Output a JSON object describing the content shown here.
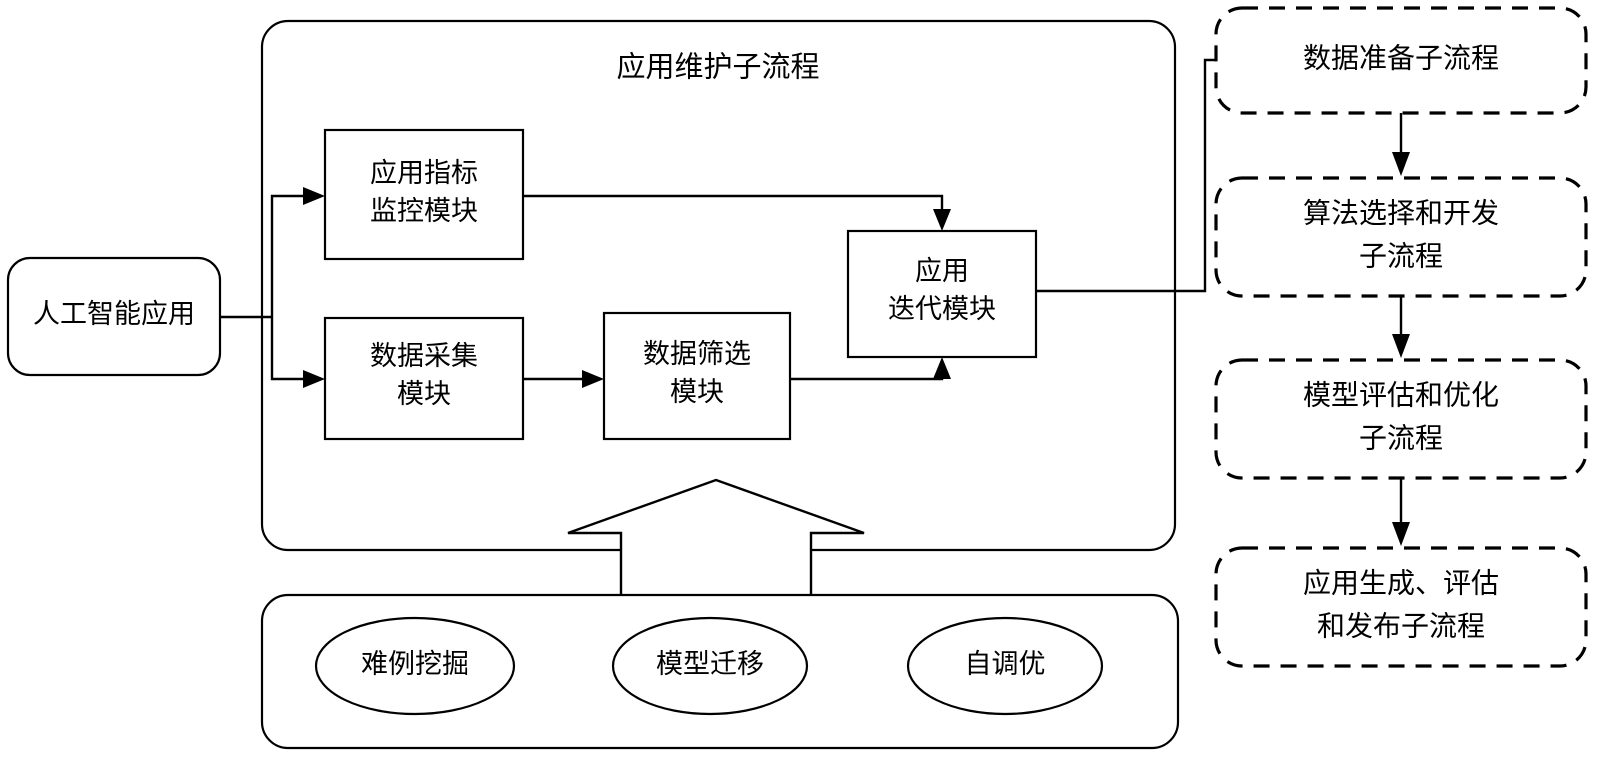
{
  "diagram": {
    "title": "应用维护子流程",
    "source_node": {
      "label": "人工智能应用"
    },
    "main_container": {
      "heading": "应用维护子流程",
      "modules": [
        {
          "id": "metric-monitor",
          "line1": "应用指标",
          "line2": "监控模块"
        },
        {
          "id": "data-collection",
          "line1": "数据采集",
          "line2": "模块"
        },
        {
          "id": "data-filter",
          "line1": "数据筛选",
          "line2": "模块"
        },
        {
          "id": "app-iteration",
          "line1": "应用",
          "line2": "迭代模块"
        }
      ]
    },
    "capability_container": {
      "items": [
        {
          "id": "hard-case-mining",
          "label": "难例挖掘"
        },
        {
          "id": "model-transfer",
          "label": "模型迁移"
        },
        {
          "id": "auto-tuning",
          "label": "自调优"
        }
      ]
    },
    "subprocess_chain": [
      {
        "id": "data-preparation",
        "line1": "数据准备子流程",
        "line2": ""
      },
      {
        "id": "algorithm-selection",
        "line1": "算法选择和开发",
        "line2": "子流程"
      },
      {
        "id": "model-evaluation",
        "line1": "模型评估和优化",
        "line2": "子流程"
      },
      {
        "id": "app-release",
        "line1": "应用生成、评估",
        "line2": "和发布子流程"
      }
    ],
    "colors": {
      "stroke": "#000000",
      "fill": "#ffffff",
      "background": "#ffffff"
    }
  }
}
